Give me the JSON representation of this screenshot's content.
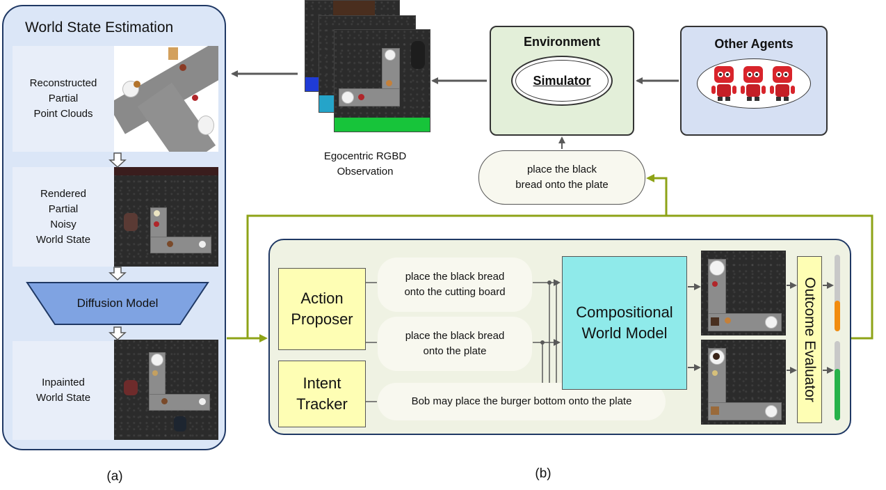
{
  "panel_a": {
    "title": "World State Estimation",
    "step1": [
      "Reconstructed",
      "Partial",
      "Point Clouds"
    ],
    "step2": [
      "Rendered",
      "Partial",
      "Noisy",
      "World State"
    ],
    "diffusion": "Diffusion Model",
    "step3": [
      "Inpainted",
      "World State"
    ],
    "caption": "(a)"
  },
  "observation": [
    "Egocentric RGBD",
    "Observation"
  ],
  "environment": {
    "title": "Environment",
    "simulator": "Simulator"
  },
  "agents": {
    "title": "Other Agents"
  },
  "action_bubble": [
    "place the black",
    "bread onto the plate"
  ],
  "panel_b": {
    "action_proposer": [
      "Action",
      "Proposer"
    ],
    "intent_tracker": [
      "Intent",
      "Tracker"
    ],
    "proposal1": [
      "place the black bread",
      "onto the cutting board"
    ],
    "proposal2": [
      "place the black bread",
      "onto the plate"
    ],
    "intent": "Bob may place the burger bottom onto the plate",
    "world_model": [
      "Compositional",
      "World Model"
    ],
    "evaluator": "Outcome Evaluator",
    "caption": "(b)",
    "score_colors": [
      "#f28c0f",
      "#27b24a"
    ],
    "scores": [
      0.4,
      0.65
    ]
  },
  "colors": {
    "arrow_green": "#8ea317",
    "arrow_gray": "#595959",
    "border_navy": "#1f3864"
  }
}
